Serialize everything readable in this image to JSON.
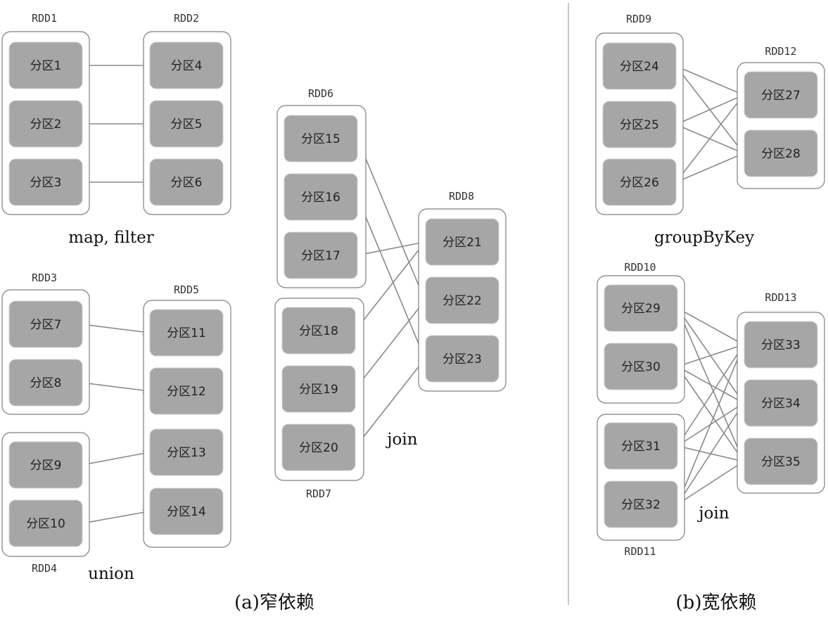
{
  "rdds": [
    {
      "id": "RDD1",
      "label": "RDD1",
      "partitions": [
        "分区1",
        "分区2",
        "分区3"
      ]
    },
    {
      "id": "RDD2",
      "label": "RDD2",
      "partitions": [
        "分区4",
        "分区5",
        "分区6"
      ]
    },
    {
      "id": "RDD3",
      "label": "RDD3",
      "partitions": [
        "分区7",
        "分区8"
      ]
    },
    {
      "id": "RDD4",
      "label": "RDD4",
      "partitions": [
        "分区9",
        "分区10"
      ]
    },
    {
      "id": "RDD5",
      "label": "RDD5",
      "partitions": [
        "分区11",
        "分区12",
        "分区13",
        "分区14"
      ]
    },
    {
      "id": "RDD6",
      "label": "RDD6",
      "partitions": [
        "分区15",
        "分区16",
        "分区17"
      ]
    },
    {
      "id": "RDD7",
      "label": "RDD7",
      "partitions": [
        "分区18",
        "分区19",
        "分区20"
      ]
    },
    {
      "id": "RDD8",
      "label": "RDD8",
      "partitions": [
        "分区21",
        "分区22",
        "分区23"
      ]
    },
    {
      "id": "RDD9",
      "label": "RDD9",
      "partitions": [
        "分区24",
        "分区25",
        "分区26"
      ]
    },
    {
      "id": "RDD12",
      "label": "RDD12",
      "partitions": [
        "分区27",
        "分区28"
      ]
    },
    {
      "id": "RDD10",
      "label": "RDD10",
      "partitions": [
        "分区29",
        "分区30"
      ]
    },
    {
      "id": "RDD11",
      "label": "RDD11",
      "partitions": [
        "分区31",
        "分区32"
      ]
    },
    {
      "id": "RDD13",
      "label": "RDD13",
      "partitions": [
        "分区33",
        "分区34",
        "分区35"
      ]
    }
  ],
  "edges": [
    [
      "分区1",
      "分区4"
    ],
    [
      "分区2",
      "分区5"
    ],
    [
      "分区3",
      "分区6"
    ],
    [
      "分区7",
      "分区11"
    ],
    [
      "分区8",
      "分区12"
    ],
    [
      "分区9",
      "分区13"
    ],
    [
      "分区10",
      "分区14"
    ],
    [
      "分区15",
      "分区22"
    ],
    [
      "分区16",
      "分区23"
    ],
    [
      "分区17",
      "分区21"
    ],
    [
      "分区18",
      "分区21"
    ],
    [
      "分区19",
      "分区22"
    ],
    [
      "分区20",
      "分区23"
    ],
    [
      "分区24",
      "分区27"
    ],
    [
      "分区24",
      "分区28"
    ],
    [
      "分区25",
      "分区27"
    ],
    [
      "分区25",
      "分区28"
    ],
    [
      "分区26",
      "分区27"
    ],
    [
      "分区26",
      "分区28"
    ],
    [
      "分区29",
      "分区33"
    ],
    [
      "分区29",
      "分区34"
    ],
    [
      "分区29",
      "分区35"
    ],
    [
      "分区30",
      "分区33"
    ],
    [
      "分区30",
      "分区34"
    ],
    [
      "分区30",
      "分区35"
    ],
    [
      "分区31",
      "分区33"
    ],
    [
      "分区31",
      "分区34"
    ],
    [
      "分区31",
      "分区35"
    ],
    [
      "分区32",
      "分区33"
    ],
    [
      "分区32",
      "分区34"
    ],
    [
      "分区32",
      "分区35"
    ]
  ],
  "captions": {
    "map_filter": "map, filter",
    "union": "union",
    "join_narrow": "join",
    "groupbykey": "groupByKey",
    "join_wide": "join"
  },
  "sections": {
    "narrow": "(a)窄依赖",
    "wide": "(b)宽依赖"
  },
  "colors": {
    "partition_fill": "#a6a6a6",
    "box_stroke": "#7f7f7f",
    "edge": "#8a8a8a"
  }
}
